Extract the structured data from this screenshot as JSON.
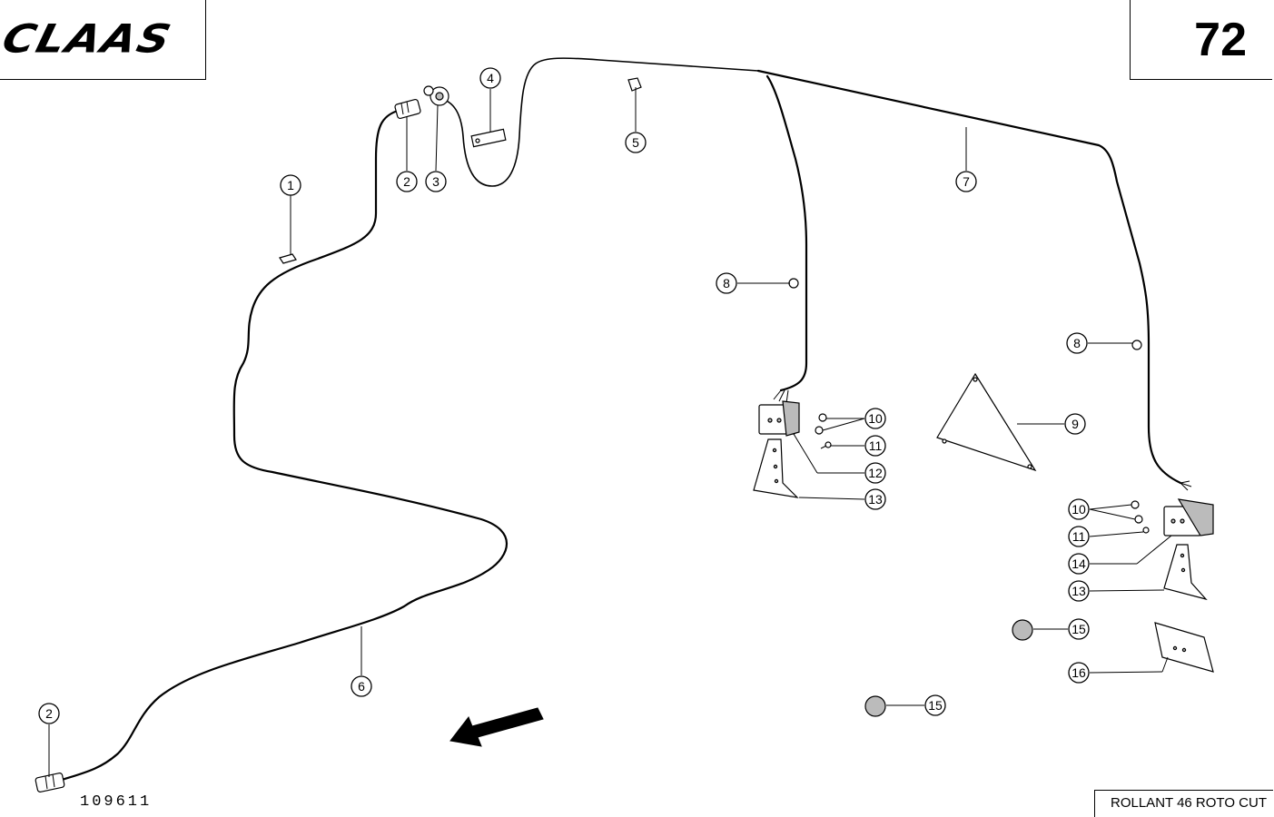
{
  "header": {
    "brand": "CLAAS",
    "page_number": "72"
  },
  "footer": {
    "drawing_number": "109611",
    "model": "ROLLANT 46 ROTO CUT"
  },
  "callouts": [
    {
      "id": "c1",
      "label": "1"
    },
    {
      "id": "c2a",
      "label": "2"
    },
    {
      "id": "c3",
      "label": "3"
    },
    {
      "id": "c4",
      "label": "4"
    },
    {
      "id": "c5",
      "label": "5"
    },
    {
      "id": "c6",
      "label": "6"
    },
    {
      "id": "c7",
      "label": "7"
    },
    {
      "id": "c8a",
      "label": "8"
    },
    {
      "id": "c8b",
      "label": "8"
    },
    {
      "id": "c9",
      "label": "9"
    },
    {
      "id": "c10a",
      "label": "10"
    },
    {
      "id": "c11a",
      "label": "11"
    },
    {
      "id": "c12",
      "label": "12"
    },
    {
      "id": "c13a",
      "label": "13"
    },
    {
      "id": "c10b",
      "label": "10"
    },
    {
      "id": "c11b",
      "label": "11"
    },
    {
      "id": "c14",
      "label": "14"
    },
    {
      "id": "c13b",
      "label": "13"
    },
    {
      "id": "c15a",
      "label": "15"
    },
    {
      "id": "c16",
      "label": "16"
    },
    {
      "id": "c15b",
      "label": "15"
    },
    {
      "id": "c2b",
      "label": "2"
    }
  ]
}
